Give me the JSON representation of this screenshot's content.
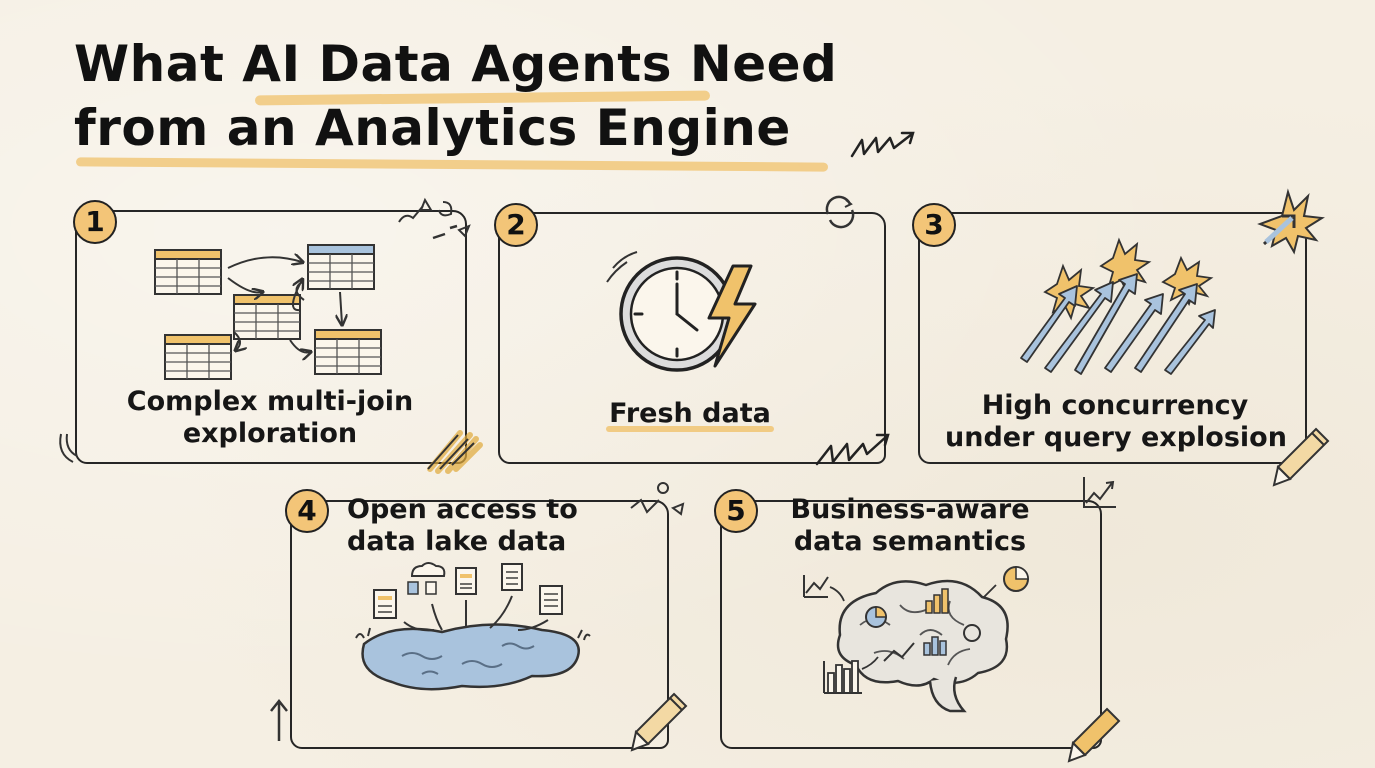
{
  "title": {
    "line1": "What AI Data Agents Need",
    "line2": "from an Analytics Engine"
  },
  "panels": [
    {
      "number": "1",
      "line1": "Complex multi-join",
      "line2": "exploration",
      "icon": "multi-join-tables-icon"
    },
    {
      "number": "2",
      "line1": "Fresh data",
      "icon": "clock-lightning-icon"
    },
    {
      "number": "3",
      "line1": "High concurrency",
      "line2": "under query explosion",
      "icon": "concurrent-arrows-icon"
    },
    {
      "number": "4",
      "line1": "Open access to",
      "line2": "data lake data",
      "icon": "data-lake-icon"
    },
    {
      "number": "5",
      "line1": "Business-aware",
      "line2": "data semantics",
      "icon": "brain-analytics-icon"
    }
  ],
  "colors": {
    "background": "#f5efe3",
    "accent": "#f0c26b",
    "badge": "#f3c578",
    "ink": "#1c1c1c",
    "blue": "#a9c3dd"
  }
}
